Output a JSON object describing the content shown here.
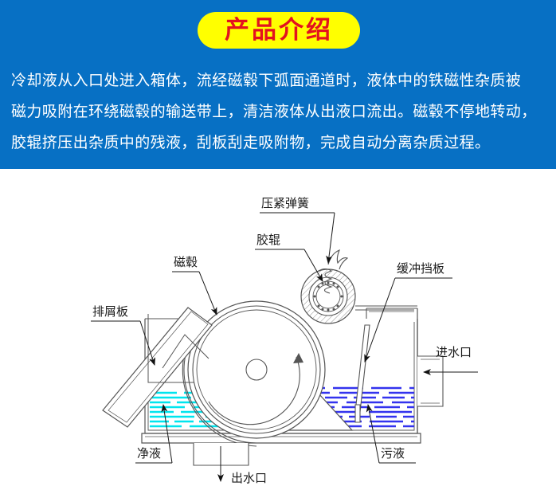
{
  "header": {
    "title": "产品介绍",
    "title_bg_color": "#FFFF00",
    "title_text_color": "#E3121F",
    "background_color": "#0770C4"
  },
  "intro": {
    "line1": "冷却液从入口处进入箱体，流经磁毂下弧面通道时，液体中的铁磁性杂质被",
    "line2": "磁力吸附在环绕磁毂的输送带上，清洁液体从出液口流出。磁毂不停地转动，",
    "line3": "胶辊挤压出杂质中的残液，刮板刮走吸附物，完成自动分离杂质过程。",
    "text_color": "#FFFFFF"
  },
  "diagram": {
    "labels": {
      "spring": "压紧弹簧",
      "rubber_roller": "胶辊",
      "magnetic_hub": "磁毂",
      "chip_plate": "排屑板",
      "buffer_baffle": "缓冲挡板",
      "water_inlet": "进水口",
      "clean_liquid": "净液",
      "water_outlet": "出水口",
      "dirty_liquid": "污液"
    },
    "colors": {
      "clean_liquid": "#00E5EE",
      "dirty_liquid": "#3333EE",
      "outline": "#555555",
      "label_text": "#1A1A1A"
    }
  }
}
